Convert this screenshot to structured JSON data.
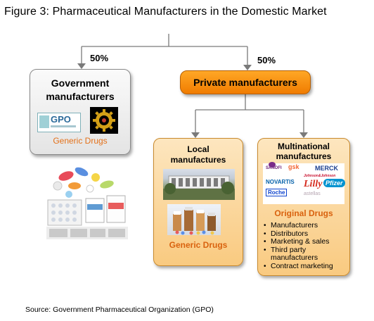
{
  "title": "Figure 3: Pharmaceutical Manufacturers in the Domestic Market",
  "split": {
    "left_pct": "50%",
    "right_pct": "50%"
  },
  "government": {
    "title_line1": "Government",
    "title_line2": "manufacturers",
    "generic_label": "Generic Drugs",
    "logo_text": "GPO"
  },
  "private": {
    "title": "Private manufacturers"
  },
  "local": {
    "title_line1": "Local",
    "title_line2": "manufactures",
    "generic_label": "Generic Drugs"
  },
  "multinational": {
    "title_line1": "Multinational",
    "title_line2": "manufactures",
    "company_logos": [
      "SANOFI",
      "gsk",
      "MERCK",
      "NOVARTIS",
      "Johnson&Johnson",
      "Lilly",
      "Roche",
      "Pfizer",
      "astellas"
    ],
    "original_label": "Original Drugs",
    "items": [
      "Manufacturers",
      "Distributors",
      "Marketing & sales",
      "Third party",
      "manufacturers",
      "Contract marketing"
    ]
  },
  "source": "Source: Government Pharmaceutical Organization (GPO)",
  "colors": {
    "orange": "#f58a07",
    "light_orange": "#fbd7a0",
    "generic_text": "#e3711a",
    "line": "#7a7a7a"
  }
}
